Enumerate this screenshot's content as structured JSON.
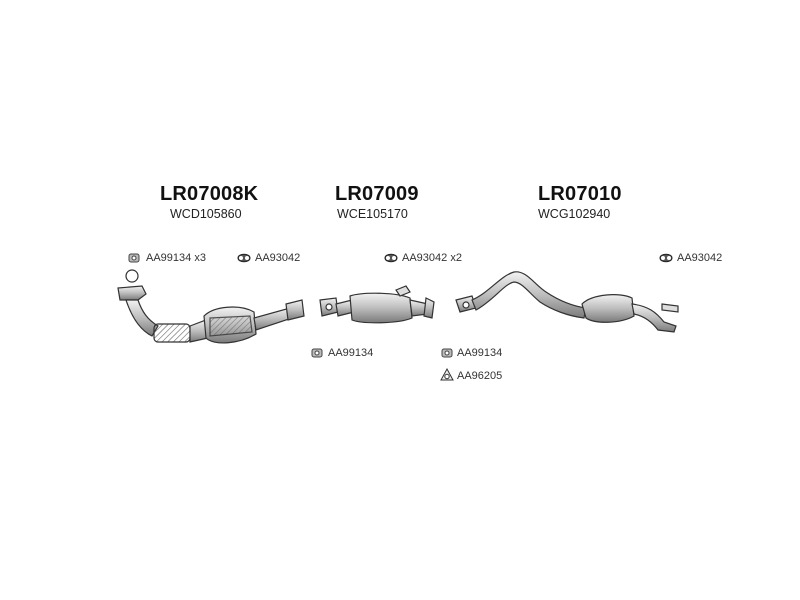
{
  "assemblies": [
    {
      "code": "LR07008K",
      "sub": "WCD105860"
    },
    {
      "code": "LR07009",
      "sub": "WCE105170"
    },
    {
      "code": "LR07010",
      "sub": "WCG102940"
    }
  ],
  "parts": {
    "p1": "AA99134 x3",
    "p2": "AA93042",
    "p3": "AA93042 x2",
    "p4": "AA93042",
    "p5": "AA99134",
    "p6": "AA99134",
    "p7": "AA96205"
  }
}
